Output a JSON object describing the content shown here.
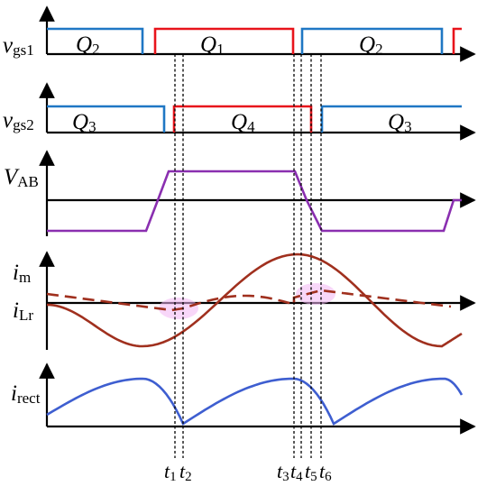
{
  "signals": {
    "vgs1": {
      "main": "v",
      "sub": "gs1"
    },
    "vgs2": {
      "main": "v",
      "sub": "gs2"
    },
    "vab": {
      "main": "V",
      "sub": "AB"
    },
    "im": {
      "main": "i",
      "sub": "m"
    },
    "ilr": {
      "main": "i",
      "sub": "Lr"
    },
    "irect": {
      "main": "i",
      "sub": "rect"
    }
  },
  "pulses": {
    "vgs1": [
      "Q",
      "2",
      "Q",
      "1",
      "Q",
      "2"
    ],
    "vgs2": [
      "Q",
      "3",
      "Q",
      "4",
      "Q",
      "3"
    ]
  },
  "time_marks": [
    {
      "main": "t",
      "sub": "1"
    },
    {
      "main": "t",
      "sub": "2"
    },
    {
      "main": "t",
      "sub": "3"
    },
    {
      "main": "t",
      "sub": "4"
    },
    {
      "main": "t",
      "sub": "5"
    },
    {
      "main": "t",
      "sub": "6"
    }
  ],
  "colors": {
    "q_lower": "#1f77c4",
    "q_upper": "#e8141b",
    "vab": "#8a2fb0",
    "im": "#a0301e",
    "ilr": "#a0301e",
    "irect": "#3e5ed0",
    "marker_glow": "#f2b6f4"
  }
}
